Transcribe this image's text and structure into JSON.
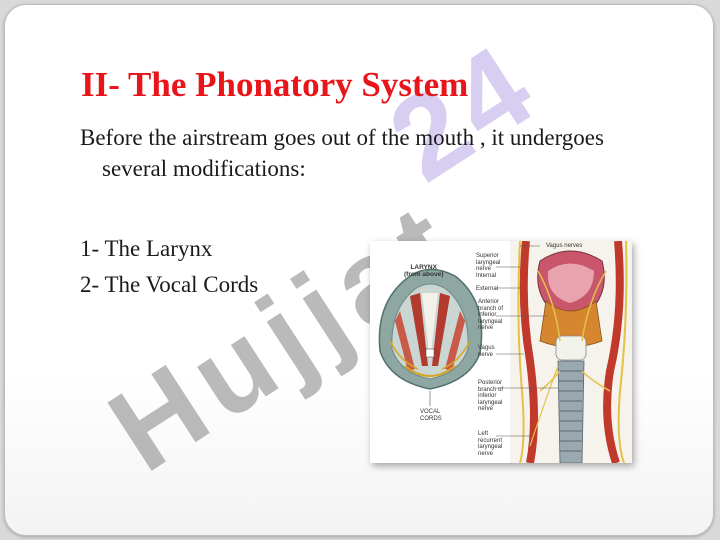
{
  "slide": {
    "title": "II- The Phonatory System",
    "paragraph": {
      "line1": "Before the airstream goes out of the mouth , it undergoes",
      "line2": "several modifications:"
    },
    "list": [
      "1- The Larynx",
      "2- The Vocal Cords"
    ]
  },
  "watermark": {
    "text_main": "Hujjat",
    "text_num": "24",
    "color_main": "#8f8f8f",
    "color_num": "#a892e0"
  },
  "figure": {
    "labels": {
      "larynx_title": "LARYNX\n(from above)",
      "vocal_cords": "VOCAL\nCORDS",
      "vagus_nerves": "Vagus nerves",
      "superior": "Superior\nlaryngeal\nnerve",
      "internal": "Internal",
      "external": "External",
      "anterior": "Anterior\nbranch of\ninferior\nlaryngeal\nnerve",
      "vagus_nerve": "Vagus\nnerve",
      "posterior": "Posterior\nbranch of\ninferior\nlaryngeal\nnerve",
      "left_recurrent": "Left\nrecurrent\nlaryngeal\nnerve"
    }
  }
}
